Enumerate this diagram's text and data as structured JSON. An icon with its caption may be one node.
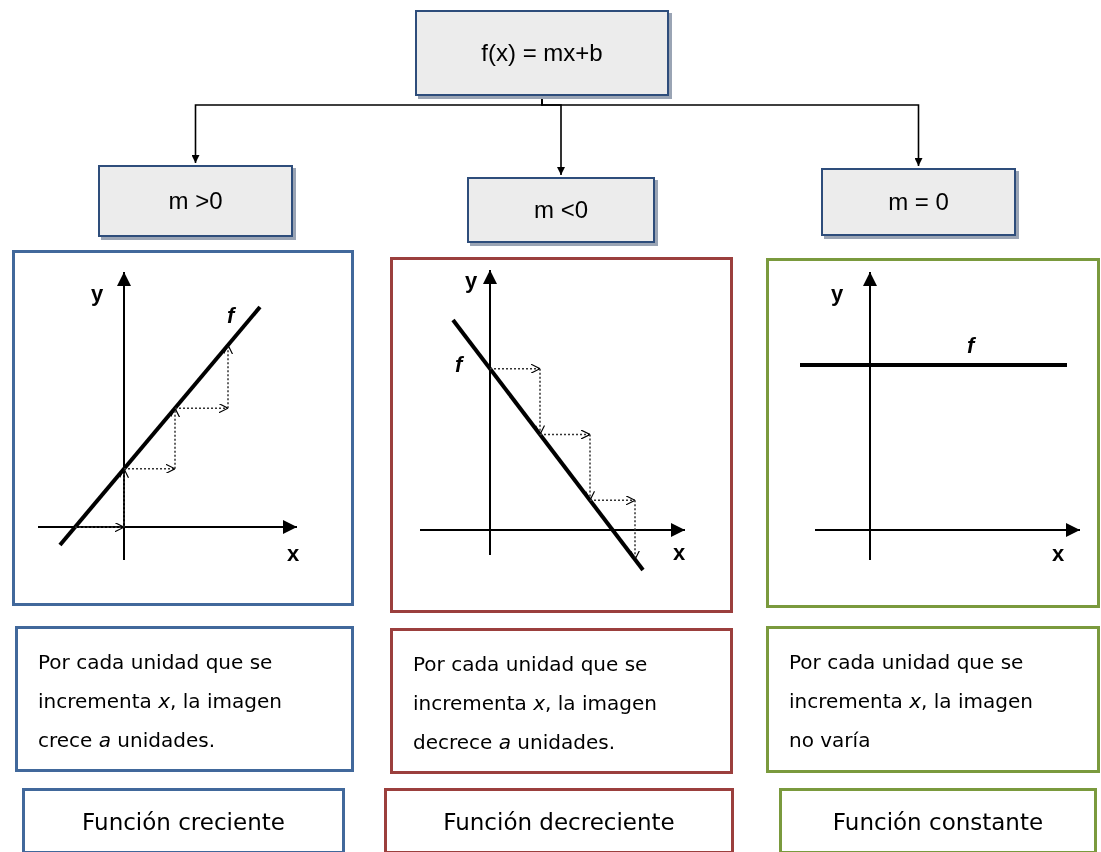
{
  "diagram": {
    "nodes": [
      {
        "text": [
          "f(x) = mx+b"
        ]
      },
      {
        "text": [
          "m >0"
        ]
      },
      {
        "text": [
          "m <0"
        ]
      },
      {
        "text": [
          "m = 0"
        ]
      },
      {
        "text": [
          "y",
          "f",
          "x"
        ]
      },
      {
        "text": [
          "y",
          "f",
          "x"
        ]
      },
      {
        "text": [
          "y",
          "f",
          "x"
        ]
      },
      {
        "text": [
          "Por cada unidad que se incrementa *x*, la imagen crece *a* unidades."
        ]
      },
      {
        "text": [
          "Por cada unidad que se incrementa *x*, la imagen decrece *a* unidades."
        ]
      },
      {
        "text": [
          "Por cada unidad que se incrementa *x*, la imagen no varía"
        ]
      },
      {
        "text": [
          "Función creciente"
        ]
      },
      {
        "text": [
          "Función decreciente"
        ]
      },
      {
        "text": [
          "Función constante"
        ]
      }
    ],
    "edges": [
      {
        "from": 0,
        "to": 1,
        "arrow": "to"
      },
      {
        "from": 0,
        "to": 2,
        "arrow": "to"
      },
      {
        "from": 0,
        "to": 3,
        "arrow": "to"
      }
    ]
  }
}
